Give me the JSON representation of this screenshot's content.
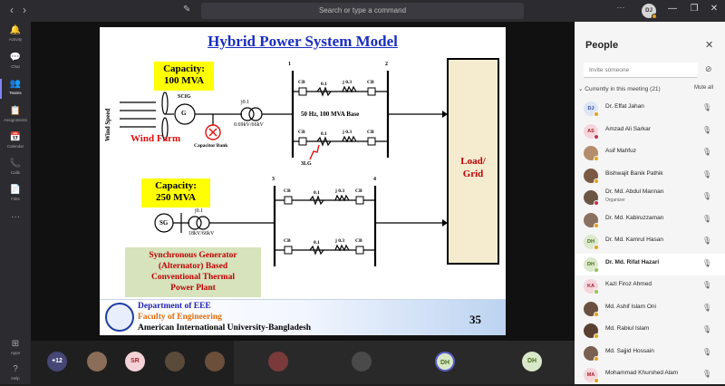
{
  "topbar": {
    "search_placeholder": "Search or type a command",
    "avatar_initials": "DJ",
    "back_glyph": "‹",
    "forward_glyph": "›",
    "compose_glyph": "✎",
    "more_glyph": "···",
    "minimize_glyph": "—",
    "maximize_glyph": "❐",
    "close_glyph": "✕"
  },
  "rail": {
    "items": [
      {
        "label": "Activity",
        "icon": "bell-icon",
        "glyph": "🔔"
      },
      {
        "label": "Chat",
        "icon": "chat-icon",
        "glyph": "💬"
      },
      {
        "label": "Teams",
        "icon": "teams-icon",
        "glyph": "👥"
      },
      {
        "label": "Assignments",
        "icon": "assignments-icon",
        "glyph": "📋"
      },
      {
        "label": "Calendar",
        "icon": "calendar-icon",
        "glyph": "📅"
      },
      {
        "label": "Calls",
        "icon": "phone-icon",
        "glyph": "📞"
      },
      {
        "label": "Files",
        "icon": "file-icon",
        "glyph": "📄"
      },
      {
        "label": "",
        "icon": "more-icon",
        "glyph": "···"
      }
    ],
    "bottom_items": [
      {
        "label": "Apps",
        "icon": "apps-icon",
        "glyph": "⊞"
      },
      {
        "label": "Help",
        "icon": "help-icon",
        "glyph": "?"
      }
    ]
  },
  "slide": {
    "title": "Hybrid Power System Model",
    "capacity_top": "Capacity:\n100 MVA",
    "capacity_bottom": "Capacity:\n250 MVA",
    "wind_speed": "Wind Speed",
    "scig": "SCIG",
    "generator_g": "G",
    "wind_farm": "Wind Farm",
    "capacitor_bank": "Capacitor Bank",
    "transformer_top_j": "j0.1",
    "transformer_top_ratio": "0.69kV/66kV",
    "bus1": "1",
    "bus2": "2",
    "bus3": "3",
    "bus4": "4",
    "cb": "CB",
    "r": "0.1",
    "x": "j 0.3",
    "base": "50 Hz, 100 MVA Base",
    "fault": "3LG",
    "load": "Load/\nGrid",
    "sg": "SG",
    "transformer_bottom_j": "j0.1",
    "transformer_bottom_ratio": "18kV/66kV",
    "sg_description": "Synchronous Generator\n(Alternator) Based\nConventional Thermal\nPower Plant",
    "footer_dept": "Department of EEE",
    "footer_faculty": "Faculty of Engineering",
    "footer_university": "American International University-Bangladesh",
    "page_number": "35"
  },
  "bottom_bar": {
    "participants": [
      {
        "label": "+12",
        "color": "#464775",
        "text_color": "#ffffff"
      },
      {
        "label": "",
        "color": "#8a6e5a",
        "text_color": "#ffffff"
      },
      {
        "label": "SR",
        "color": "#f3d3d8",
        "text_color": "#a4262c"
      },
      {
        "label": "",
        "color": "#5a4a3a",
        "text_color": "#ffffff"
      },
      {
        "label": "",
        "color": "#6b4f3a",
        "text_color": "#ffffff"
      },
      {
        "label": "",
        "color": "#7a3a3a",
        "text_color": "#ffffff"
      },
      {
        "label": "",
        "color": "#4a4a4a",
        "text_color": "#ffffff"
      },
      {
        "label": "DH",
        "color": "#d9e8c9",
        "text_color": "#4a6f1f"
      },
      {
        "label": "DH",
        "color": "#d9e8c9",
        "text_color": "#4a6f1f"
      }
    ]
  },
  "people_panel": {
    "title": "People",
    "close_glyph": "✕",
    "invite_placeholder": "Invite someone",
    "share_glyph": "⊘",
    "section_label": "Currently in this meeting (21)",
    "mute_all": "Mute all",
    "members": [
      {
        "initials": "DJ",
        "name": "Dr. Effat Jahan",
        "role": "",
        "avatar_bg": "#dce4f5",
        "avatar_fg": "#2b4c9b",
        "status": "#e3a21a",
        "bold": false,
        "selected": false
      },
      {
        "initials": "AS",
        "name": "Amzad Ali Sarkar",
        "role": "",
        "avatar_bg": "#f6d6dc",
        "avatar_fg": "#a4262c",
        "status": "#c4314b",
        "bold": false,
        "selected": false
      },
      {
        "initials": "",
        "name": "Asif Mahfuz",
        "role": "",
        "avatar_bg": "#b48d6d",
        "avatar_fg": "#ffffff",
        "status": "#e3a21a",
        "bold": false,
        "selected": false
      },
      {
        "initials": "",
        "name": "Bishwajit Banik Pathik",
        "role": "",
        "avatar_bg": "#7a5a45",
        "avatar_fg": "#ffffff",
        "status": "#e3a21a",
        "bold": false,
        "selected": false
      },
      {
        "initials": "",
        "name": "Dr. Md. Abdul Mannan",
        "role": "Organizer",
        "avatar_bg": "#6b5545",
        "avatar_fg": "#ffffff",
        "status": "#c4314b",
        "bold": false,
        "selected": false
      },
      {
        "initials": "",
        "name": "Dr. Md. Kabiruzzaman",
        "role": "",
        "avatar_bg": "#8a7060",
        "avatar_fg": "#ffffff",
        "status": "#e3a21a",
        "bold": false,
        "selected": false
      },
      {
        "initials": "DH",
        "name": "Dr. Md. Kamrul Hasan",
        "role": "",
        "avatar_bg": "#dbe9cc",
        "avatar_fg": "#4a6f1f",
        "status": "#e3a21a",
        "bold": false,
        "selected": false
      },
      {
        "initials": "DH",
        "name": "Dr. Md. Rifat Hazari",
        "role": "",
        "avatar_bg": "#dbe9cc",
        "avatar_fg": "#4a6f1f",
        "status": "#92c353",
        "bold": true,
        "selected": true
      },
      {
        "initials": "KA",
        "name": "Kazi Firoz Ahmed",
        "role": "",
        "avatar_bg": "#f6d6dc",
        "avatar_fg": "#a4262c",
        "status": "#92c353",
        "bold": false,
        "selected": false
      },
      {
        "initials": "",
        "name": "Md. Ashif Islam Oni",
        "role": "",
        "avatar_bg": "#6a5040",
        "avatar_fg": "#ffffff",
        "status": "#e3a21a",
        "bold": false,
        "selected": false
      },
      {
        "initials": "",
        "name": "Md. Rabiul Islam",
        "role": "",
        "avatar_bg": "#5a4030",
        "avatar_fg": "#ffffff",
        "status": "#e3a21a",
        "bold": false,
        "selected": false
      },
      {
        "initials": "",
        "name": "Md. Sajjid Hossain",
        "role": "",
        "avatar_bg": "#7a6050",
        "avatar_fg": "#ffffff",
        "status": "#e3a21a",
        "bold": false,
        "selected": false
      },
      {
        "initials": "MA",
        "name": "Mohammad Khurshed Alam",
        "role": "",
        "avatar_bg": "#f6d6dc",
        "avatar_fg": "#a4262c",
        "status": "#e3a21a",
        "bold": false,
        "selected": false
      }
    ],
    "mic_glyph": "🎙"
  }
}
